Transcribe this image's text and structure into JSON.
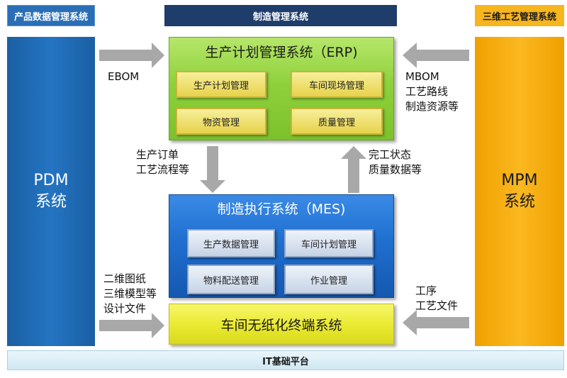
{
  "headers": {
    "pdm_system": "产品数据管理系统",
    "manufacturing": "制造管理系统",
    "mpm_system": "三维工艺管理系统"
  },
  "pdm": {
    "label": "PDM\n系统"
  },
  "mpm": {
    "label": "MPM\n系统"
  },
  "erp": {
    "title": "生产计划管理系统（ERP)",
    "modules": [
      "生产计划管理",
      "车间现场管理",
      "物资管理",
      "质量管理"
    ]
  },
  "mes": {
    "title": "制造执行系统（MES)",
    "modules": [
      "生产数据管理",
      "车间计划管理",
      "物料配送管理",
      "作业管理"
    ]
  },
  "terminal": {
    "title": "车间无纸化终端系统"
  },
  "flows": {
    "ebom": "EBOM",
    "mbom": "MBOM\n工艺路线\n制造资源等",
    "erp_to_mes": "生产订单\n工艺流程等",
    "mes_to_erp": "完工状态\n质量数据等",
    "pdm_to_terminal": "二维图纸\n三维模型等\n设计文件",
    "mpm_to_terminal": "工序\n工艺文件"
  },
  "platform": {
    "label": "IT基础平台"
  },
  "colors": {
    "pdm_blue": "#1e6ab3",
    "mpm_orange": "#f5a800",
    "erp_green": "#8fd13c",
    "mes_blue": "#1f6fd0",
    "terminal_yellow": "#eeee3a",
    "arrow_gray": "#a6a6a6",
    "dark_header": "#1f3d6b"
  }
}
